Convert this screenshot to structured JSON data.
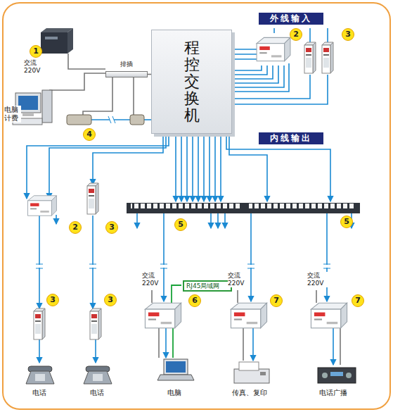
{
  "diagram": {
    "nodes": [
      {
        "text": [
          "外线输入"
        ]
      },
      {
        "text": [
          "程控交换机"
        ]
      },
      {
        "text": [
          "排插"
        ]
      },
      {
        "text": [
          "内线输出"
        ]
      },
      {
        "text": [
          "RJ45局域网"
        ]
      }
    ],
    "edges": [
      {
        "from": 1,
        "to": 2,
        "arrow": "none"
      }
    ],
    "labels": [
      "1",
      "交流 220V",
      "2",
      "3",
      "电脑 计费",
      "4",
      "2",
      "3",
      "5",
      "5",
      "交流 220V",
      "交流 220V",
      "交流 220V",
      "3",
      "3",
      "6",
      "7",
      "7",
      "电话",
      "电话",
      "电脑",
      "传真、复印",
      "电话广播"
    ]
  }
}
